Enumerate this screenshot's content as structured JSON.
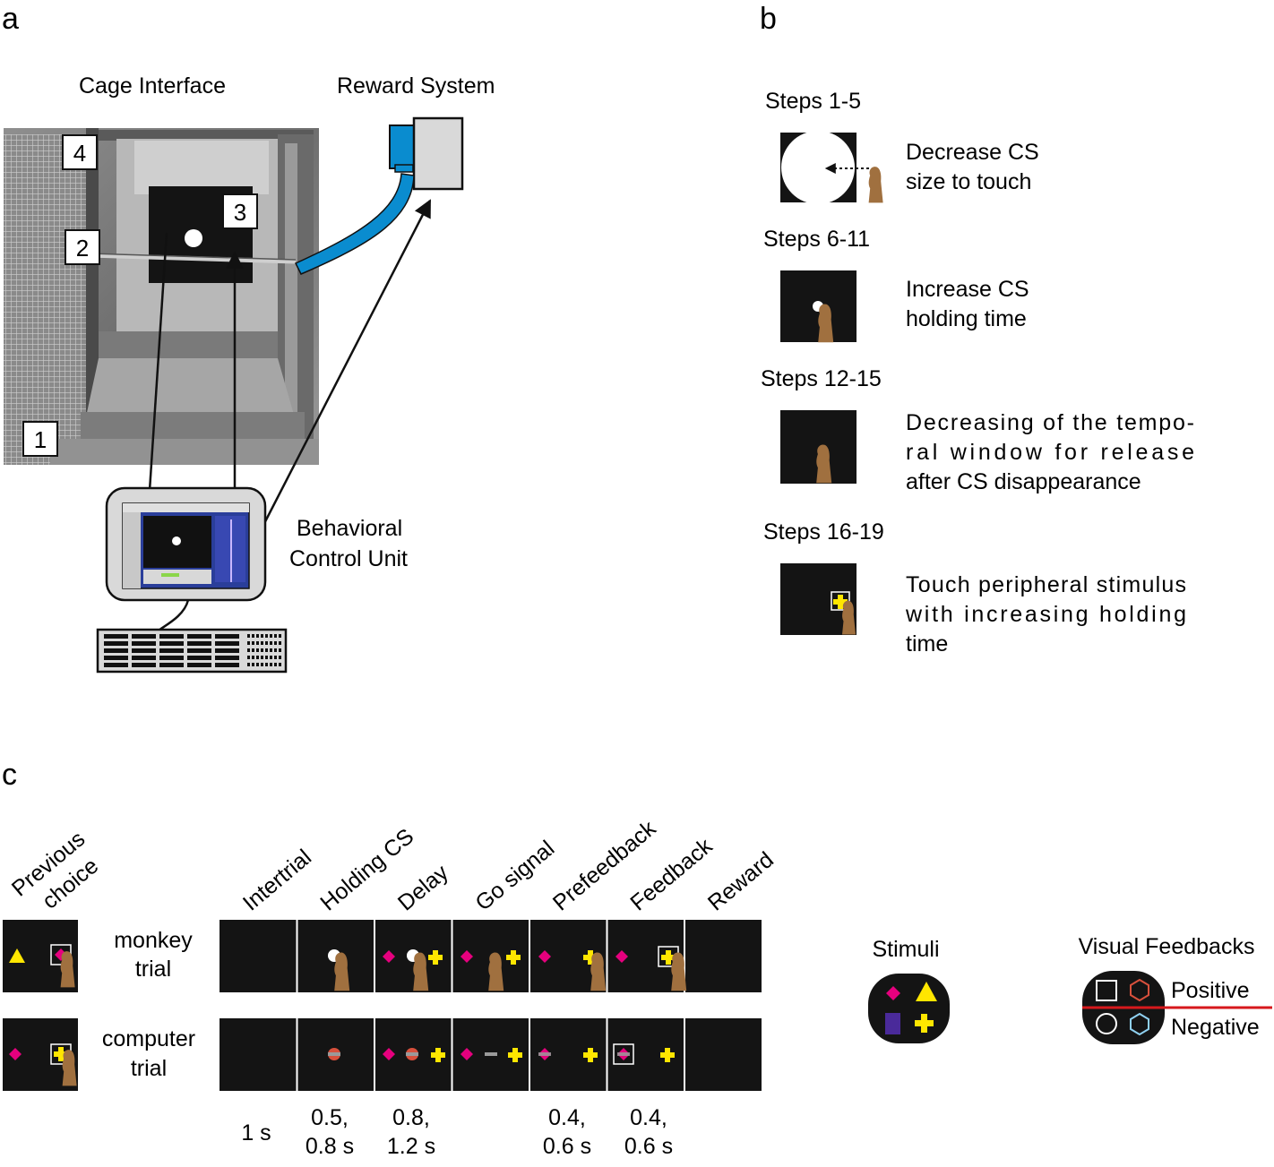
{
  "panel_a": {
    "letter": "a",
    "cage_title": "Cage Interface",
    "reward_title": "Reward System",
    "bcu_line1": "Behavioral",
    "bcu_line2": "Control Unit",
    "markers": [
      "1",
      "2",
      "3",
      "4"
    ]
  },
  "panel_b": {
    "letter": "b",
    "steps": [
      {
        "title": "Steps 1-5",
        "lines": [
          "Decrease CS",
          "size to touch"
        ]
      },
      {
        "title": "Steps 6-11",
        "lines": [
          "Increase CS",
          "holding time"
        ]
      },
      {
        "title": "Steps 12-15",
        "lines": [
          "Decreasing of the tempo-",
          "ral window for release",
          "after CS disappearance"
        ]
      },
      {
        "title": "Steps 16-19",
        "lines": [
          "Touch peripheral stimulus",
          "with increasing holding",
          "time"
        ]
      }
    ]
  },
  "panel_c": {
    "letter": "c",
    "previous_choice": [
      "Previous",
      "choice"
    ],
    "epochs": [
      "Intertrial",
      "Holding CS",
      "Delay",
      "Go signal",
      "Prefeedback",
      "Feedback",
      "Reward"
    ],
    "row_labels": {
      "monkey": [
        "monkey",
        "trial"
      ],
      "computer": [
        "computer",
        "trial"
      ]
    },
    "durations": [
      [
        "1 s"
      ],
      [
        "0.5,",
        "0.8 s"
      ],
      [
        "0.8,",
        "1.2 s"
      ],
      [],
      [
        "0.4,",
        "0.6 s"
      ],
      [
        "0.4,",
        "0.6 s"
      ],
      []
    ],
    "stimuli_title": "Stimuli",
    "feedback_title": "Visual Feedbacks",
    "positive": "Positive",
    "negative": "Negative"
  },
  "colors": {
    "magenta": "#e6007e",
    "yellow": "#ffe600",
    "hand": "#a0703f",
    "blue": "#0a8ccf",
    "red_line": "#d7191c",
    "screen": "#141414"
  }
}
